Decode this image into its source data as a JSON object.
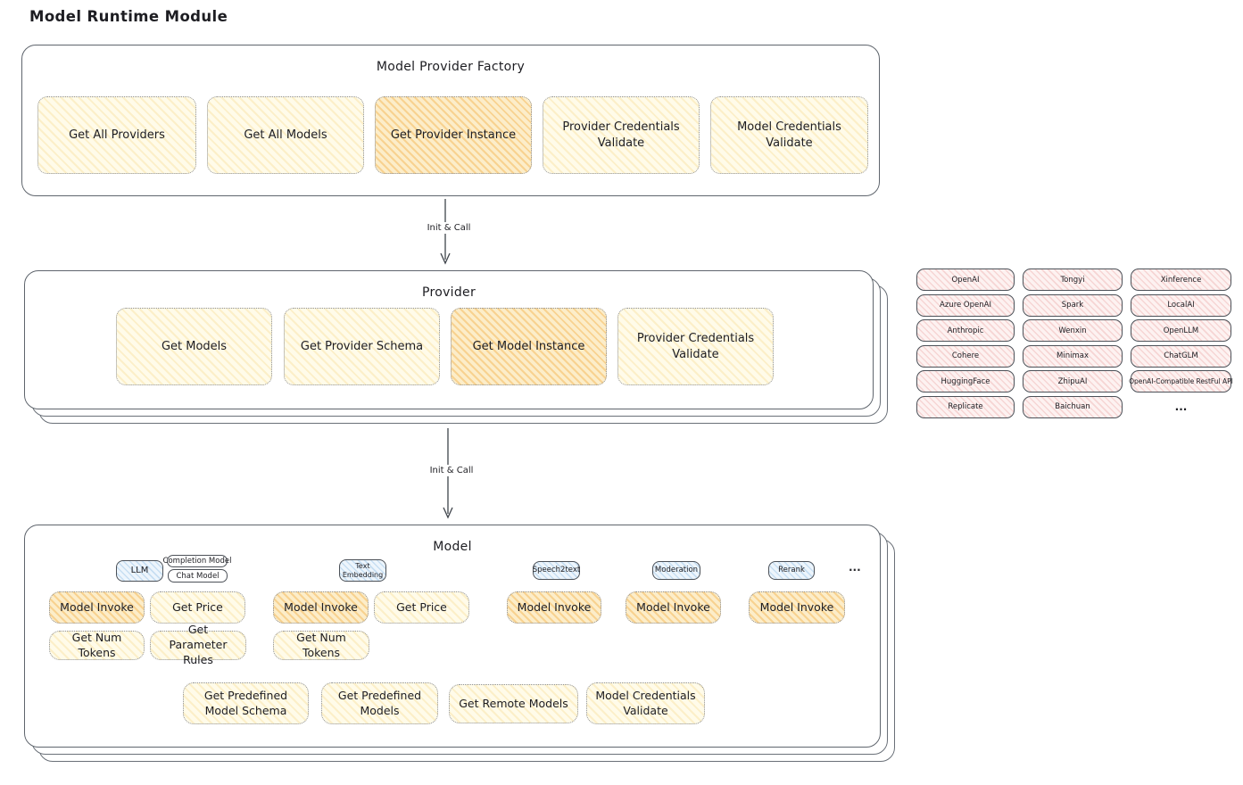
{
  "page_title": "Model Runtime Module",
  "factory": {
    "title": "Model Provider Factory",
    "buttons": [
      {
        "label": "Get All Providers",
        "highlighted": false
      },
      {
        "label": "Get All Models",
        "highlighted": false
      },
      {
        "label": "Get Provider Instance",
        "highlighted": true
      },
      {
        "label": "Provider Credentials Validate",
        "highlighted": false
      },
      {
        "label": "Model Credentials Validate",
        "highlighted": false
      }
    ]
  },
  "arrows": {
    "factory_to_provider": "Init & Call",
    "provider_to_model": "Init & Call"
  },
  "provider": {
    "title": "Provider",
    "buttons": [
      {
        "label": "Get Models",
        "highlighted": false
      },
      {
        "label": "Get Provider Schema",
        "highlighted": false
      },
      {
        "label": "Get Model Instance",
        "highlighted": true
      },
      {
        "label": "Provider Credentials Validate",
        "highlighted": false
      }
    ]
  },
  "provider_list": {
    "items": [
      "OpenAI",
      "Tongyi",
      "Xinference",
      "Azure OpenAI",
      "Spark",
      "LocalAI",
      "Anthropic",
      "Wenxin",
      "OpenLLM",
      "Cohere",
      "Minimax",
      "ChatGLM",
      "HuggingFace",
      "ZhipuAI",
      "OpenAI-Compatible RestFul API",
      "Replicate",
      "Baichuan"
    ],
    "ellipsis": "..."
  },
  "model": {
    "title": "Model",
    "types": {
      "llm": {
        "tab": "LLM",
        "sub_tabs": [
          "Completion Model",
          "Chat Model"
        ],
        "buttons": [
          "Model Invoke",
          "Get Price",
          "Get Num Tokens",
          "Get Parameter Rules"
        ]
      },
      "text_embedding": {
        "tab": "Text Embedding",
        "buttons": [
          "Model Invoke",
          "Get Price",
          "Get Num Tokens"
        ]
      },
      "speech2text": {
        "tab": "Speech2text",
        "buttons": [
          "Model Invoke"
        ]
      },
      "moderation": {
        "tab": "Moderation",
        "buttons": [
          "Model Invoke"
        ]
      },
      "rerank": {
        "tab": "Rerank",
        "buttons": [
          "Model Invoke"
        ]
      }
    },
    "ellipsis": "...",
    "shared_buttons": [
      "Get Predefined Model Schema",
      "Get Predefined Models",
      "Get Remote Models",
      "Model Credentials Validate"
    ]
  },
  "colors": {
    "accent_yellow": "#fffbe9",
    "accent_orange": "#fcedc9",
    "accent_pink": "#fdf2f1",
    "accent_blue": "#edf5fc",
    "border_dark": "#4c5158"
  }
}
